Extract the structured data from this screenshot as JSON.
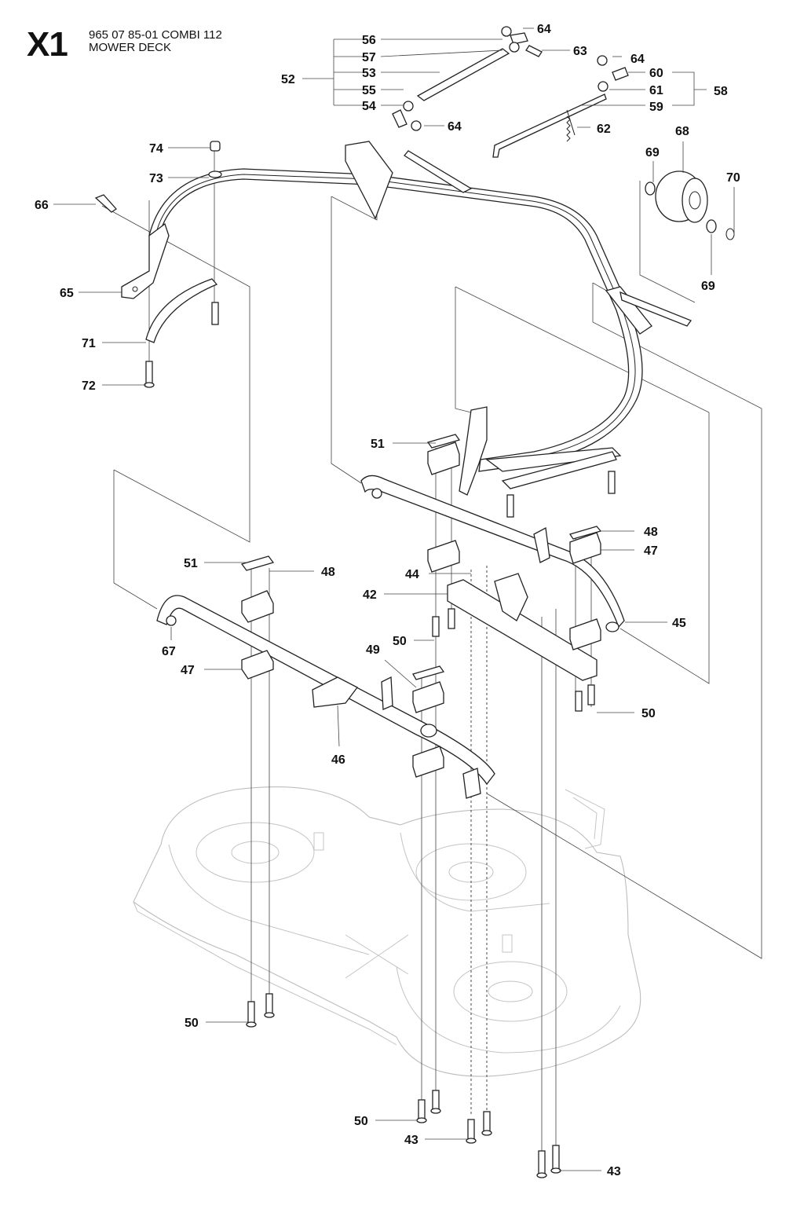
{
  "header": {
    "code": "X1",
    "model": "965 07 85-01 COMBI 112",
    "title": "MOWER DECK"
  },
  "callouts": [
    "74",
    "73",
    "66",
    "65",
    "71",
    "72",
    "64",
    "56",
    "57",
    "52",
    "53",
    "55",
    "54",
    "63",
    "60",
    "61",
    "58",
    "59",
    "62",
    "68",
    "69",
    "70",
    "51",
    "48",
    "47",
    "44",
    "42",
    "45",
    "50",
    "43",
    "46",
    "49",
    "67"
  ]
}
